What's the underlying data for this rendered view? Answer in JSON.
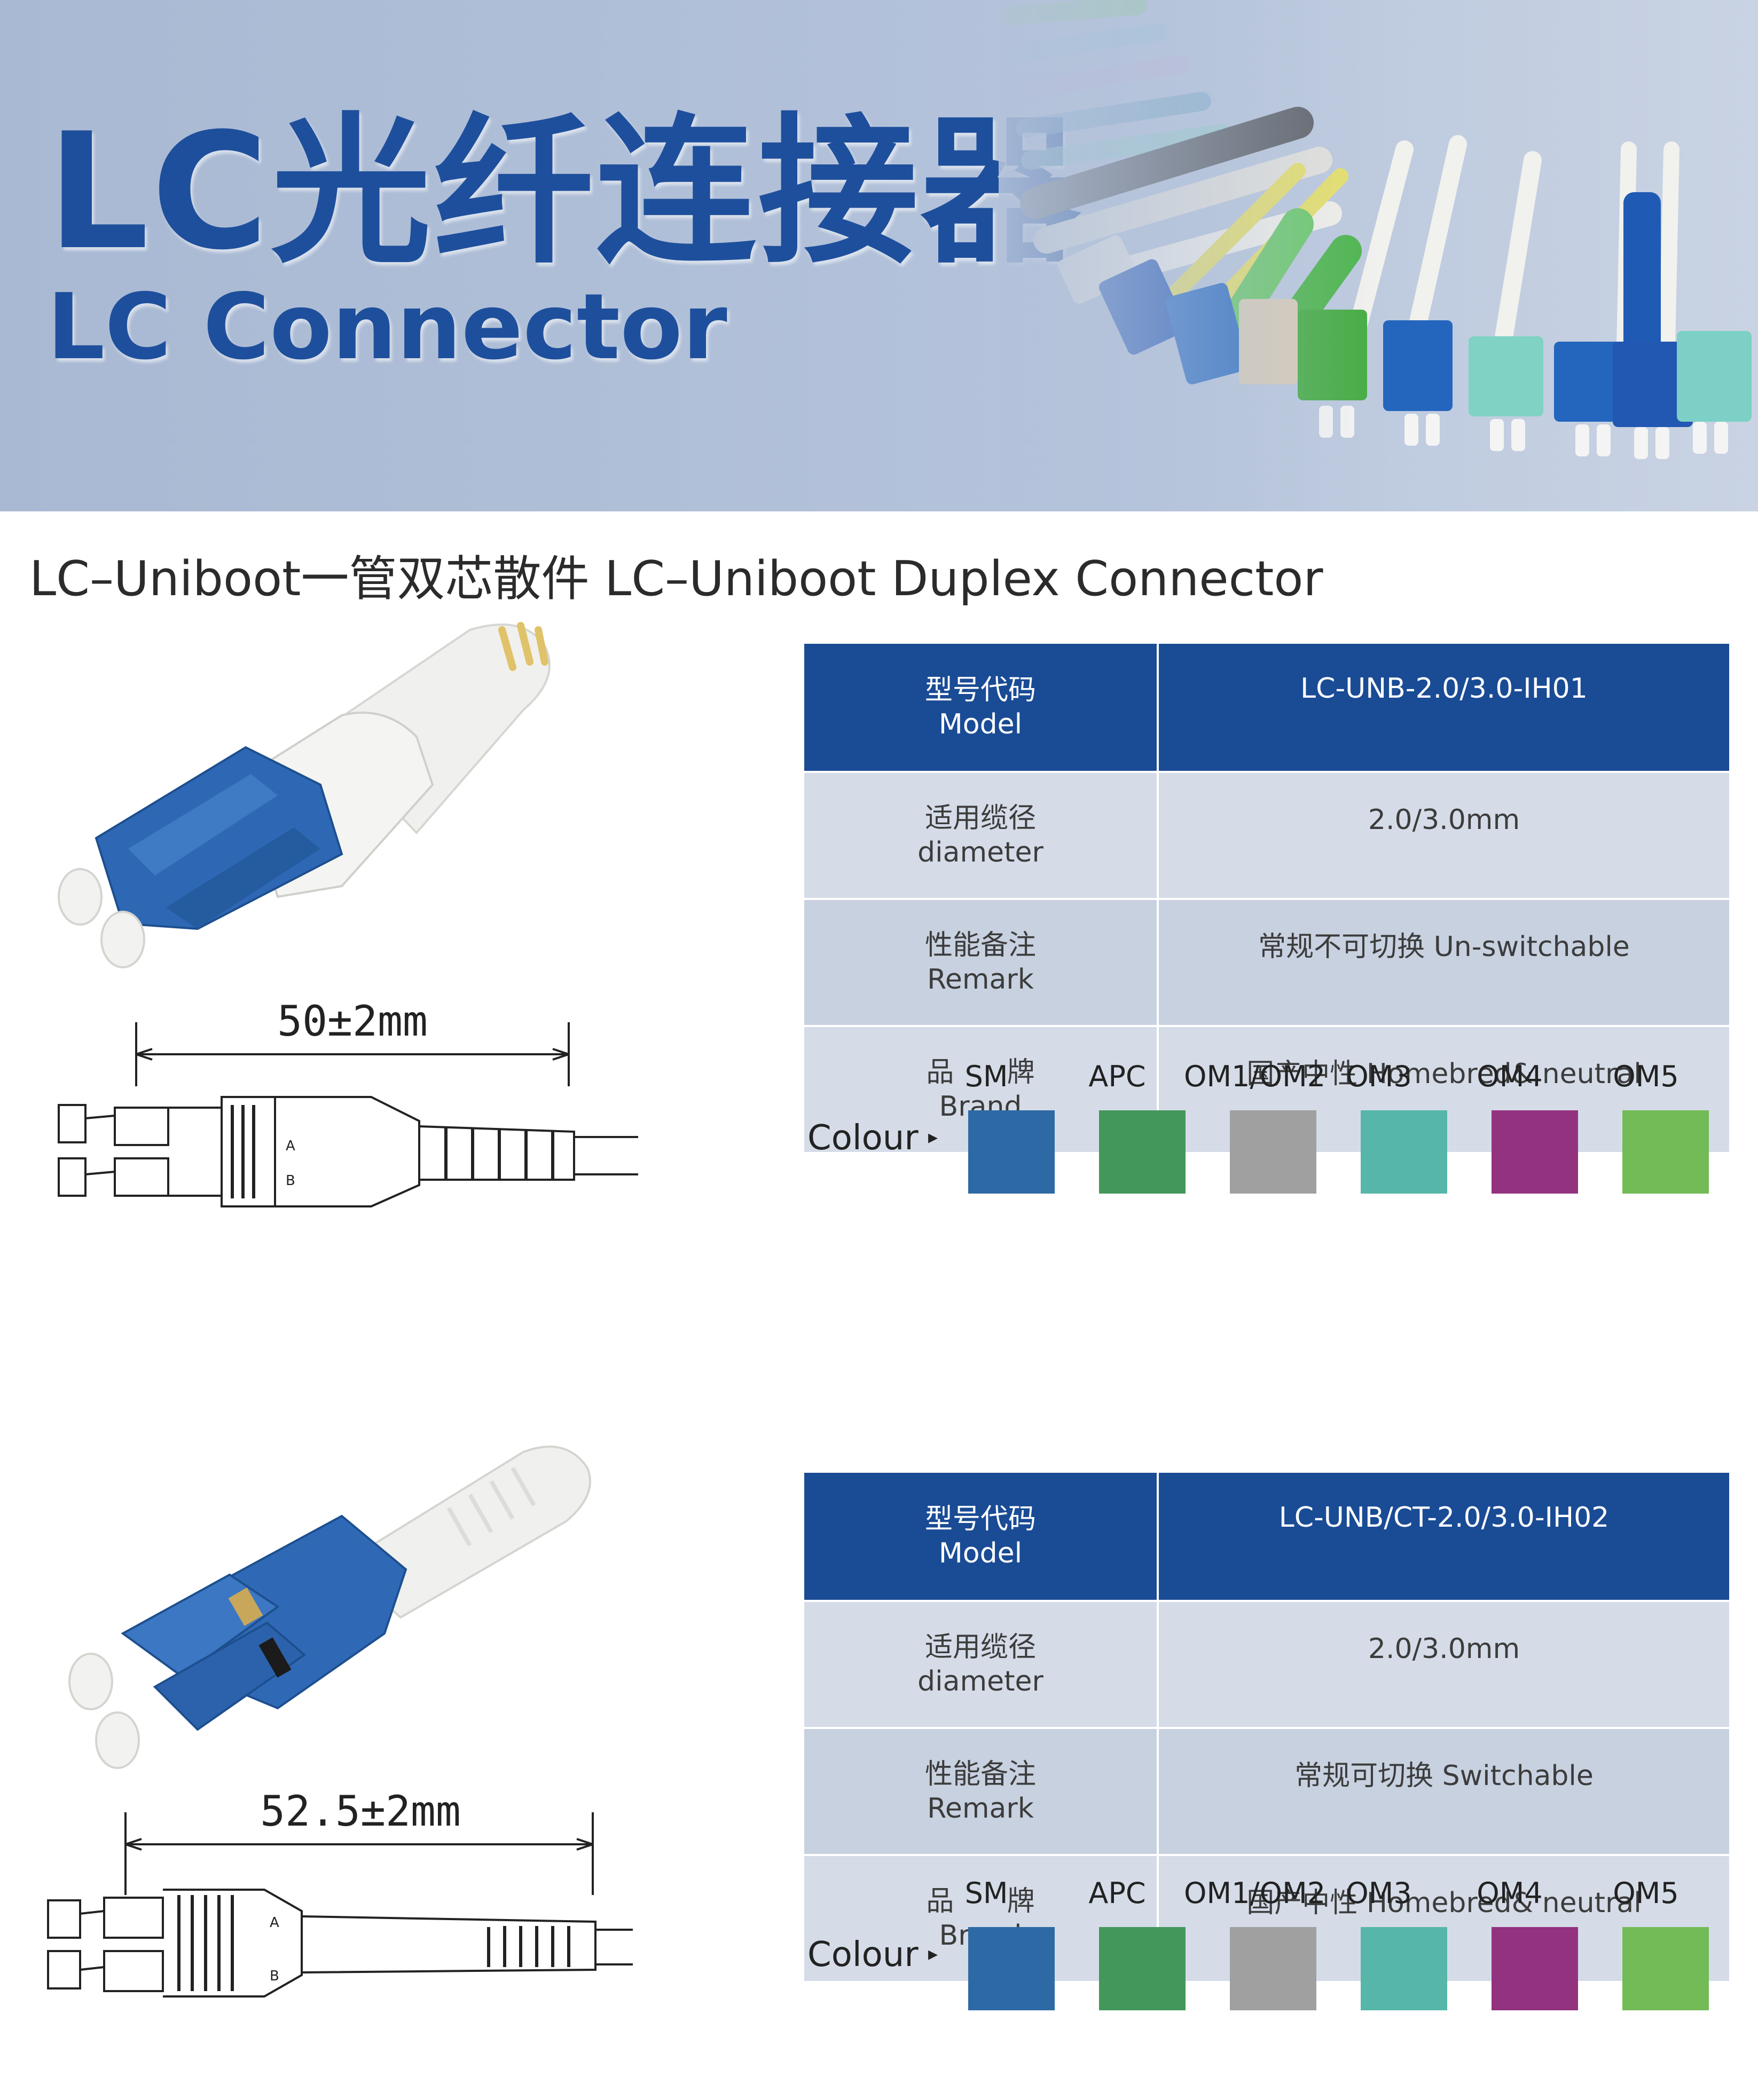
{
  "banner": {
    "title_cn": "LC光纤连接器",
    "title_en": "LC Connector"
  },
  "section": {
    "heading": "LC–Uniboot一管双芯散件 LC–Uniboot Duplex Connector"
  },
  "products": [
    {
      "dimension": "50±2mm",
      "table": {
        "model_label_cn": "型号代码",
        "model_label_en": "Model",
        "model_value": "LC-UNB-2.0/3.0-IH01",
        "diameter_label_cn": "适用缆径",
        "diameter_label_en": "diameter",
        "diameter_value": "2.0/3.0mm",
        "remark_label_cn": "性能备注",
        "remark_label_en": "Remark",
        "remark_value": "常规不可切换 Un-switchable",
        "brand_label_cn": "品      牌",
        "brand_label_en": "Brand",
        "brand_value": "国产中性 Homebred& neutral"
      }
    },
    {
      "dimension": "52.5±2mm",
      "table": {
        "model_label_cn": "型号代码",
        "model_label_en": "Model",
        "model_value": "LC-UNB/CT-2.0/3.0-IH02",
        "diameter_label_cn": "适用缆径",
        "diameter_label_en": "diameter",
        "diameter_value": "2.0/3.0mm",
        "remark_label_cn": "性能备注",
        "remark_label_en": "Remark",
        "remark_value": "常规可切换 Switchable",
        "brand_label_cn": "品      牌",
        "brand_label_en": "Brand",
        "brand_value": "国产中性 Homebred& neutral"
      }
    }
  ],
  "colour": {
    "label": "Colour",
    "arrow": "▸",
    "swatches": [
      {
        "name": "SM",
        "color": "#2d6aa5"
      },
      {
        "name": "APC",
        "color": "#43975a"
      },
      {
        "name": "OM1/OM2",
        "color": "#a0a0a0"
      },
      {
        "name": "OM3",
        "color": "#56b6a9"
      },
      {
        "name": "OM4",
        "color": "#93327f"
      },
      {
        "name": "OM5",
        "color": "#72bb56"
      }
    ]
  },
  "theme": {
    "banner_title": "#1e4f9c",
    "table_header": "#1a4b95",
    "table_row": "#d5dce8"
  },
  "icons": [
    "play-arrow-icon"
  ]
}
